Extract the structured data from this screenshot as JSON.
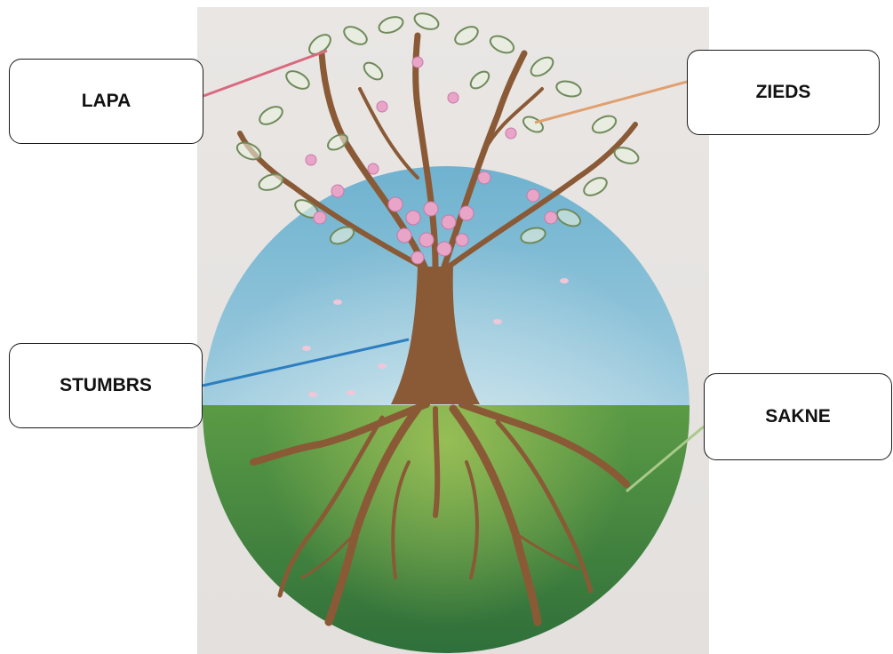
{
  "labels": {
    "leaf": "LAPA",
    "flower": "ZIEDS",
    "trunk": "STUMBRS",
    "root": "SAKNE"
  },
  "colors": {
    "sky": "#5fb0d0",
    "soil": "#3f8a3a",
    "trunk": "#8a5a36",
    "blossom": "#e8a5c8",
    "leaf_outline": "#6f8a5a",
    "leaf_line": "#d9697f",
    "flower_line": "#e0a070",
    "trunk_line": "#2d7ec0",
    "root_line": "#a9c98a"
  }
}
